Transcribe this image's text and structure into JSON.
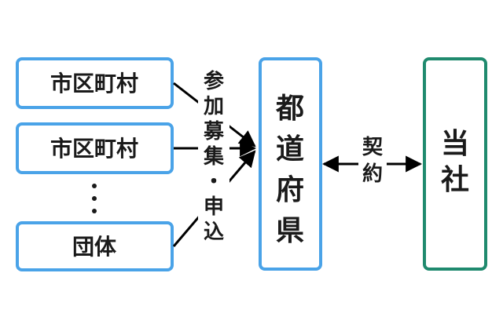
{
  "colors": {
    "blue_border": "#4aa3e8",
    "green_border": "#1f8a6e",
    "text": "#1a1a1a",
    "arrow": "#000000"
  },
  "boxes": {
    "municipality_1": "市区町村",
    "municipality_2": "市区町村",
    "group": "団体",
    "prefecture": "都道府県",
    "company": "当社"
  },
  "labels": {
    "recruit_apply": "参加募集・申込",
    "contract": "契約",
    "ellipsis": "⋮"
  }
}
